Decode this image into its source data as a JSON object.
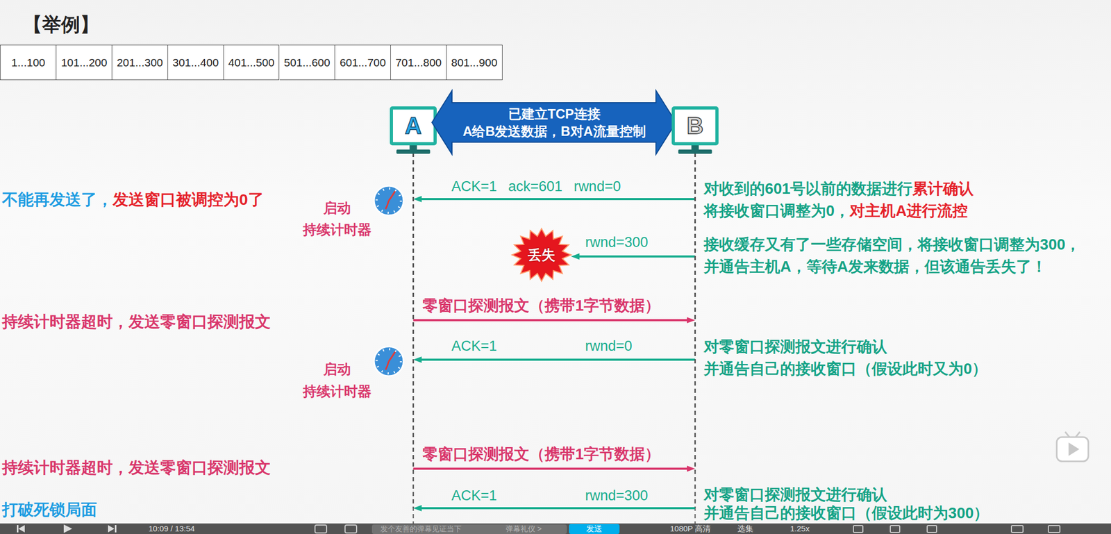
{
  "diagram": {
    "nodes": [
      {
        "text": [
          "A"
        ]
      },
      {
        "text": [
          "已建立TCP连接",
          "A给B发送数据，B对A流量控制"
        ]
      },
      {
        "text": [
          "B"
        ]
      },
      {
        "text": [
          "丢失"
        ]
      }
    ],
    "edges": [
      {
        "from": 2,
        "to": 0,
        "arrow": "to",
        "label": "ACK=1 ack=601 rwnd=0"
      },
      {
        "from": 2,
        "to": 3,
        "arrow": "to",
        "label": "rwnd=300"
      },
      {
        "from": 0,
        "to": 2,
        "arrow": "to",
        "label": "零窗口探测报文（携带1字节数据）"
      },
      {
        "from": 2,
        "to": 0,
        "arrow": "to",
        "label": "ACK=1 rwnd=0"
      },
      {
        "from": 0,
        "to": 2,
        "arrow": "to",
        "label": "零窗口探测报文（携带1字节数据）"
      },
      {
        "from": 2,
        "to": 0,
        "arrow": "to",
        "label": "ACK=1 rwnd=300"
      }
    ],
    "labels": [
      "【举例】",
      "1...100",
      "101...200",
      "201...300",
      "301...400",
      "401...500",
      "501...600",
      "601...700",
      "701...800",
      "801...900",
      "不能再发送了，",
      "发送窗口被调控为0了",
      "启动",
      "持续计时器",
      "持续计时器超时，发送零窗口探测报文",
      "启动",
      "持续计时器",
      "持续计时器超时，发送零窗口探测报文",
      "打破死锁局面",
      "对收到的601号以前的数据进行",
      "累计确认",
      "将接收窗口调整为0，",
      "对主机A进行流控",
      "接收缓存又有了一些存储空间，将接收窗口调整为300，",
      "并通告主机A，等待A发来数据，但该通告丢失了！",
      "对零窗口探测报文进行确认",
      "并通告自己的接收窗口（假设此时又为0）",
      "对零窗口探测报文进行确认",
      "并通告自己的接收窗口（假设此时为300）",
      "10:09 / 13:54",
      "发个友善的弹幕见证当下",
      "弹幕礼仪 >",
      "发送",
      "1080P 高清",
      "选集",
      "1.25x"
    ]
  }
}
